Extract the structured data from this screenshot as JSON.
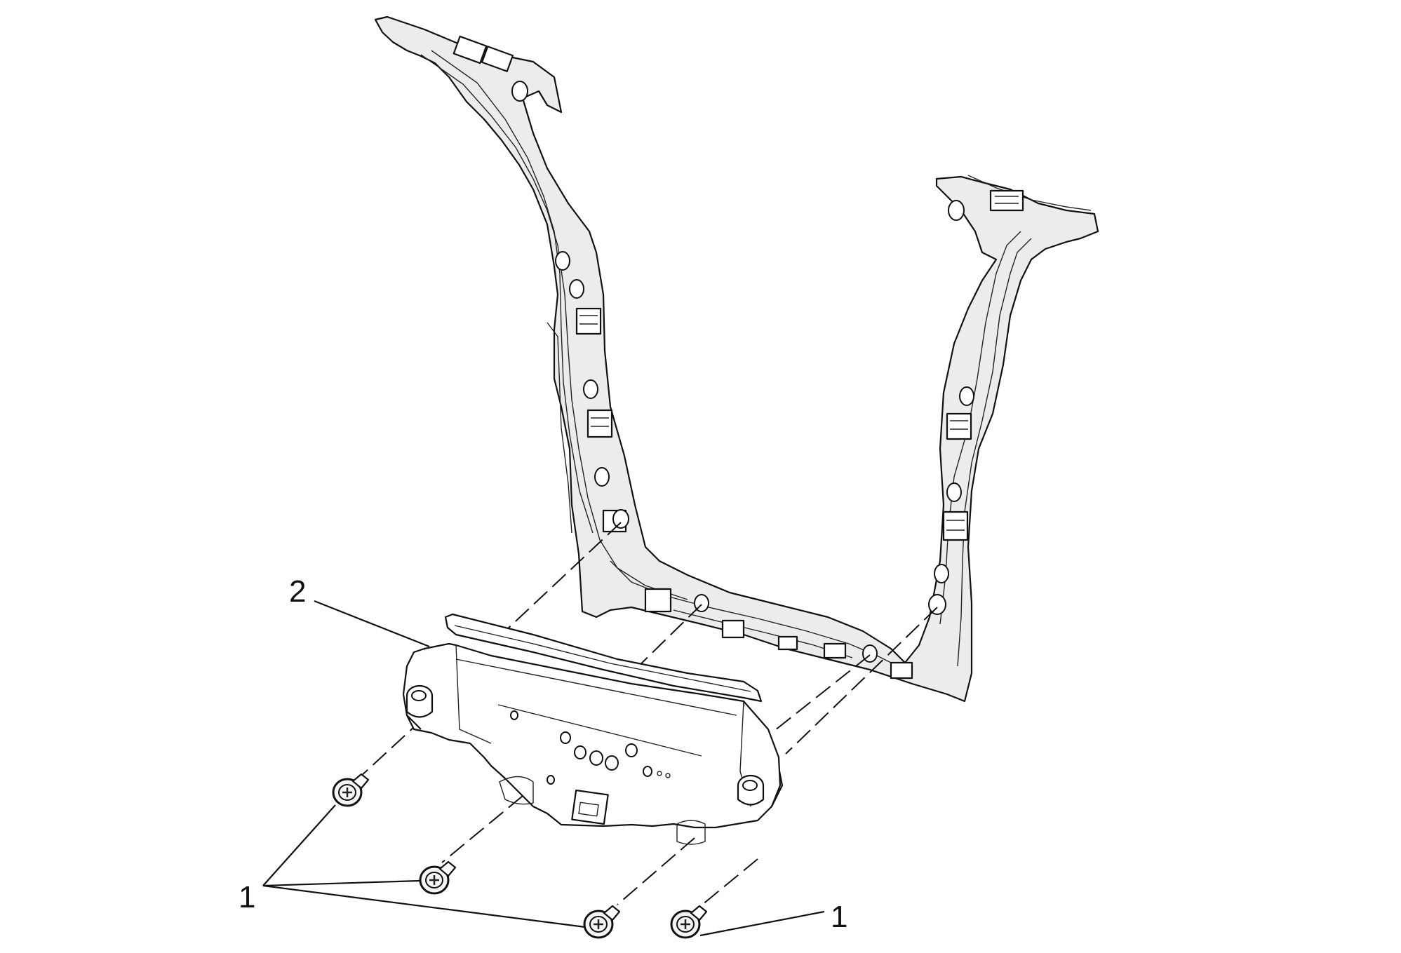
{
  "callouts": {
    "fasteners_label": "1",
    "fastener_single_label": "1",
    "control_assembly_label": "2"
  },
  "colors": {
    "line": "#111111",
    "part_fill": "#ececec",
    "background": "#ffffff"
  }
}
